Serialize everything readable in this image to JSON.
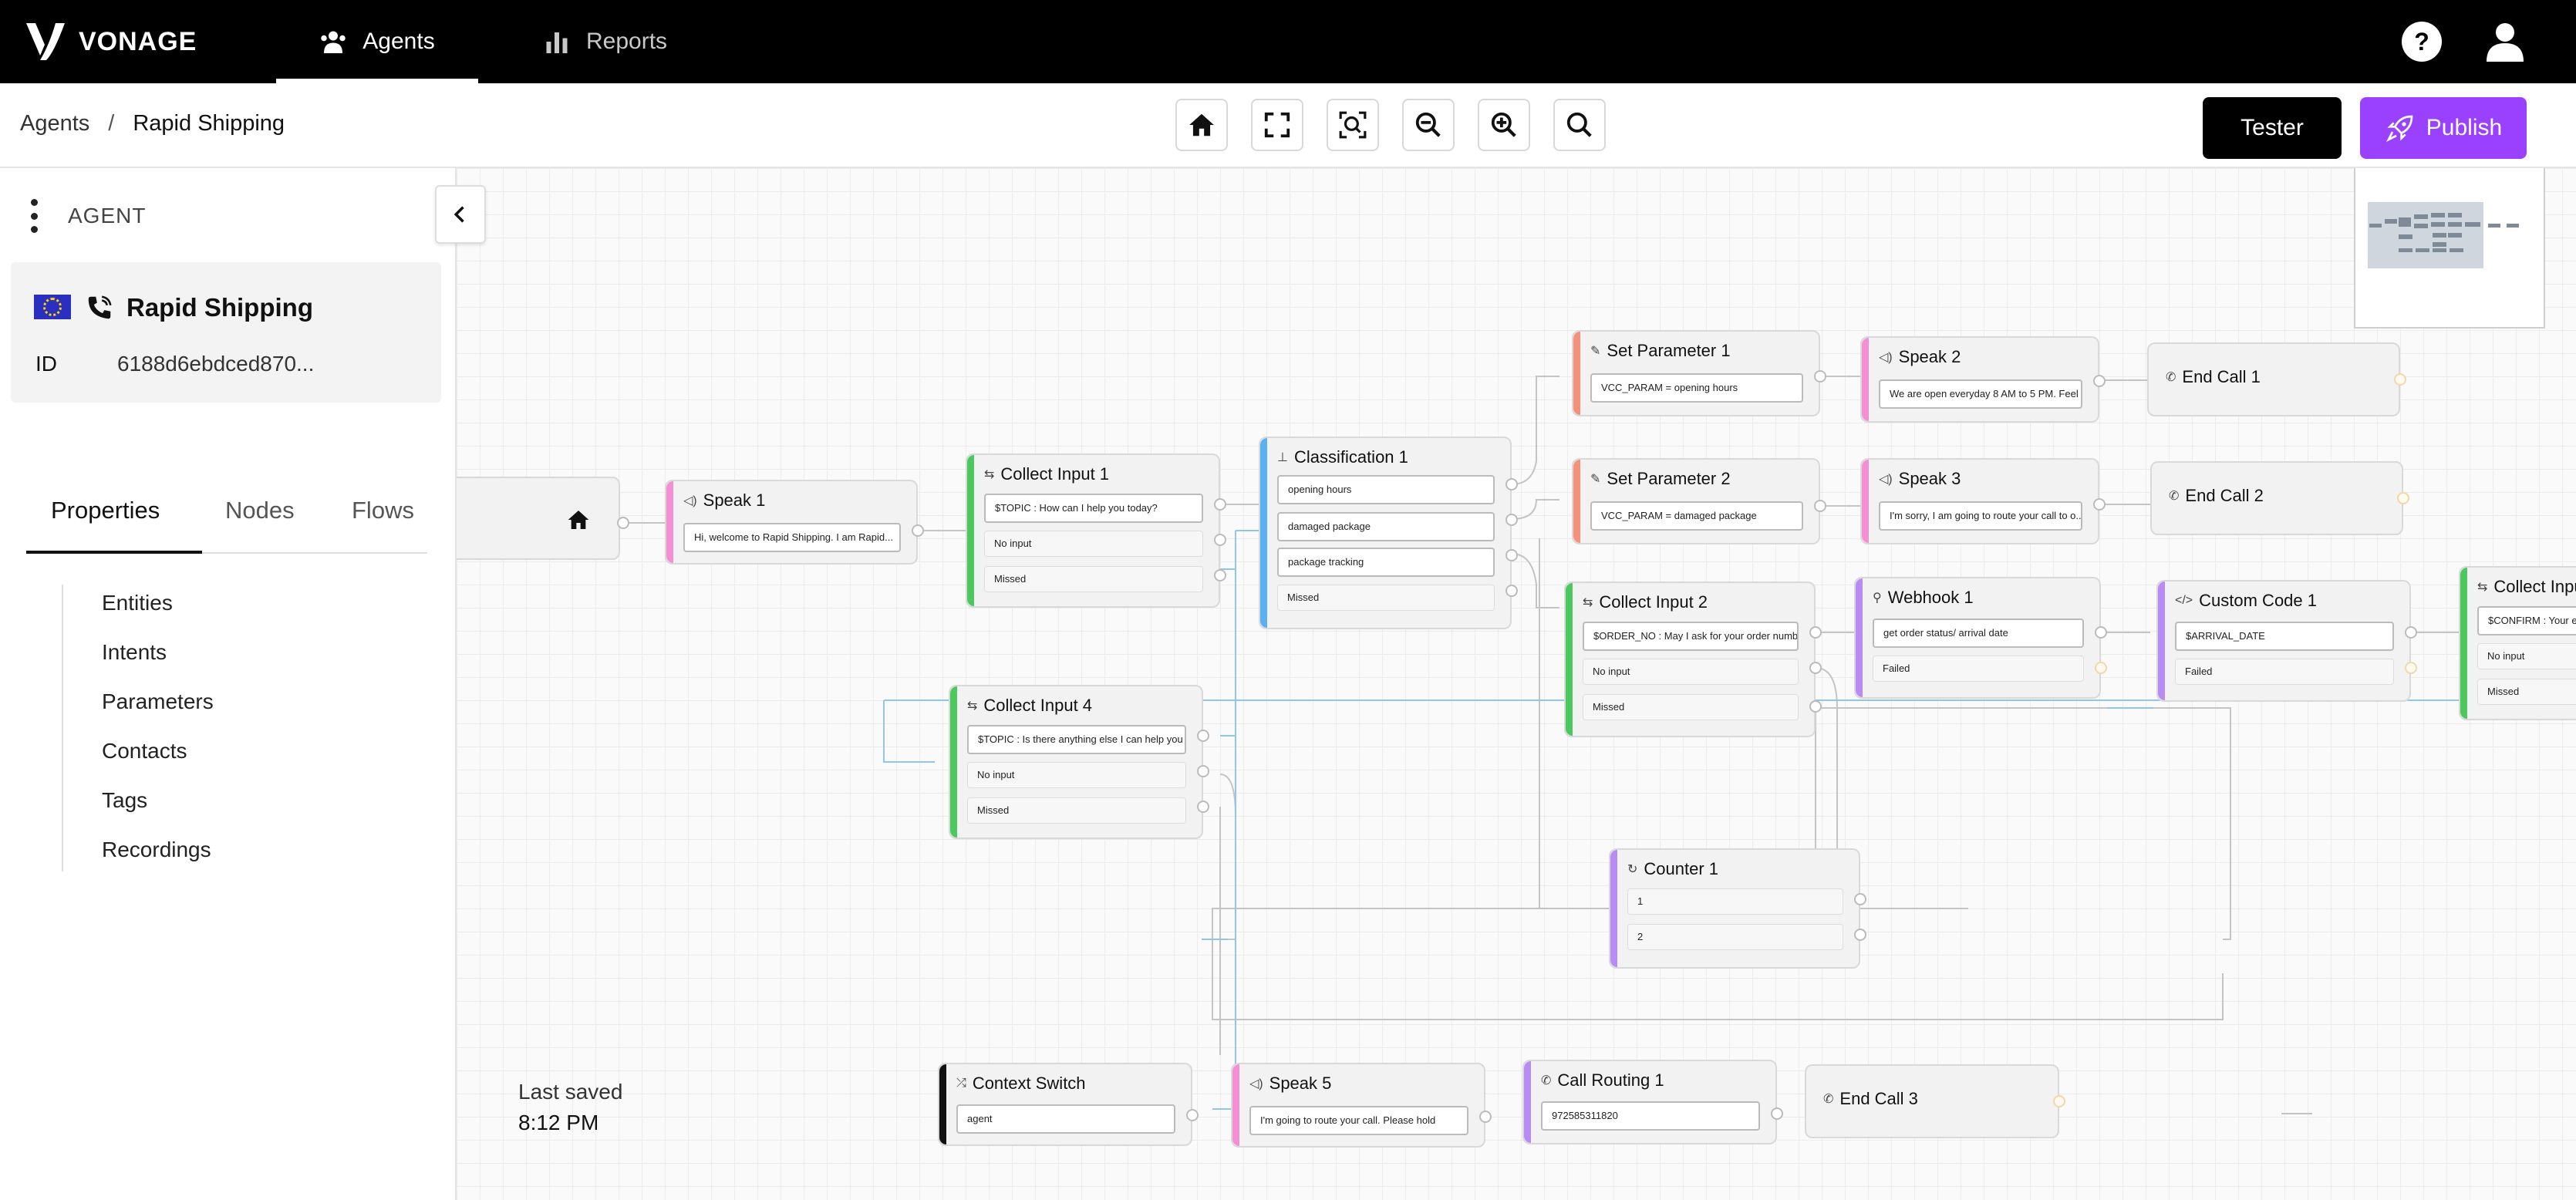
{
  "header": {
    "brand": "VONAGE",
    "nav": [
      {
        "label": "Agents",
        "active": true
      },
      {
        "label": "Reports",
        "active": false
      }
    ]
  },
  "breadcrumb": {
    "root": "Agents",
    "separator": "/",
    "current": "Rapid Shipping"
  },
  "actions": {
    "tester": "Tester",
    "publish": "Publish"
  },
  "sidebar": {
    "section": "AGENT",
    "agent_name": "Rapid Shipping",
    "id_label": "ID",
    "id_value": "6188d6ebdced870...",
    "tabs": [
      "Properties",
      "Nodes",
      "Flows"
    ],
    "properties": [
      "Entities",
      "Intents",
      "Parameters",
      "Contacts",
      "Tags",
      "Recordings"
    ]
  },
  "last_saved": {
    "label": "Last saved",
    "time": "8:12 PM"
  },
  "nodes": {
    "speak1": {
      "title": "Speak 1",
      "text": "Hi, welcome to Rapid Shipping. I am Rapid..."
    },
    "collect1": {
      "title": "Collect Input 1",
      "field": "$TOPIC : How can I help you today?",
      "rows": [
        "No input",
        "Missed"
      ]
    },
    "classification1": {
      "title": "Classification 1",
      "rows": [
        "opening hours",
        "damaged package",
        "package tracking",
        "Missed"
      ]
    },
    "setparam1": {
      "title": "Set Parameter 1",
      "field": "VCC_PARAM = opening hours"
    },
    "setparam2": {
      "title": "Set Parameter 2",
      "field": "VCC_PARAM = damaged package"
    },
    "speak2": {
      "title": "Speak 2",
      "text": "We are open everyday 8 AM to 5 PM. Feel ..."
    },
    "speak3": {
      "title": "Speak 3",
      "text": "I'm sorry, I am going to route your call to o..."
    },
    "endcall1": {
      "title": "End Call 1"
    },
    "endcall2": {
      "title": "End Call 2"
    },
    "collect2": {
      "title": "Collect Input 2",
      "field": "$ORDER_NO : May I ask for your order number",
      "rows": [
        "No input",
        "Missed"
      ]
    },
    "webhook1": {
      "title": "Webhook 1",
      "field": "get order status/ arrival date",
      "rows": [
        "Failed"
      ]
    },
    "custom1": {
      "title": "Custom Code 1",
      "field": "$ARRIVAL_DATE",
      "rows": [
        "Failed"
      ]
    },
    "collect3": {
      "title": "Collect Inpu",
      "field": "$CONFIRM : Your es",
      "rows": [
        "No input",
        "Missed"
      ]
    },
    "collect4": {
      "title": "Collect Input 4",
      "field": "$TOPIC : Is there anything else I can help you w",
      "rows": [
        "No input",
        "Missed"
      ]
    },
    "counter1": {
      "title": "Counter 1",
      "rows": [
        "1",
        "2"
      ]
    },
    "context": {
      "title": "Context Switch",
      "field": "agent"
    },
    "speak5": {
      "title": "Speak 5",
      "text": "I'm going to route your call. Please hold"
    },
    "callrouting1": {
      "title": "Call Routing 1",
      "field": "972585311820"
    },
    "endcall3": {
      "title": "End Call 3"
    }
  },
  "colors": {
    "speak": "#f48fd4",
    "collect": "#4cc85e",
    "classification": "#5ab0f0",
    "setparam": "#f5907a",
    "webhook": "#b98cf5",
    "context": "#111111",
    "accent": "#9941ff"
  }
}
